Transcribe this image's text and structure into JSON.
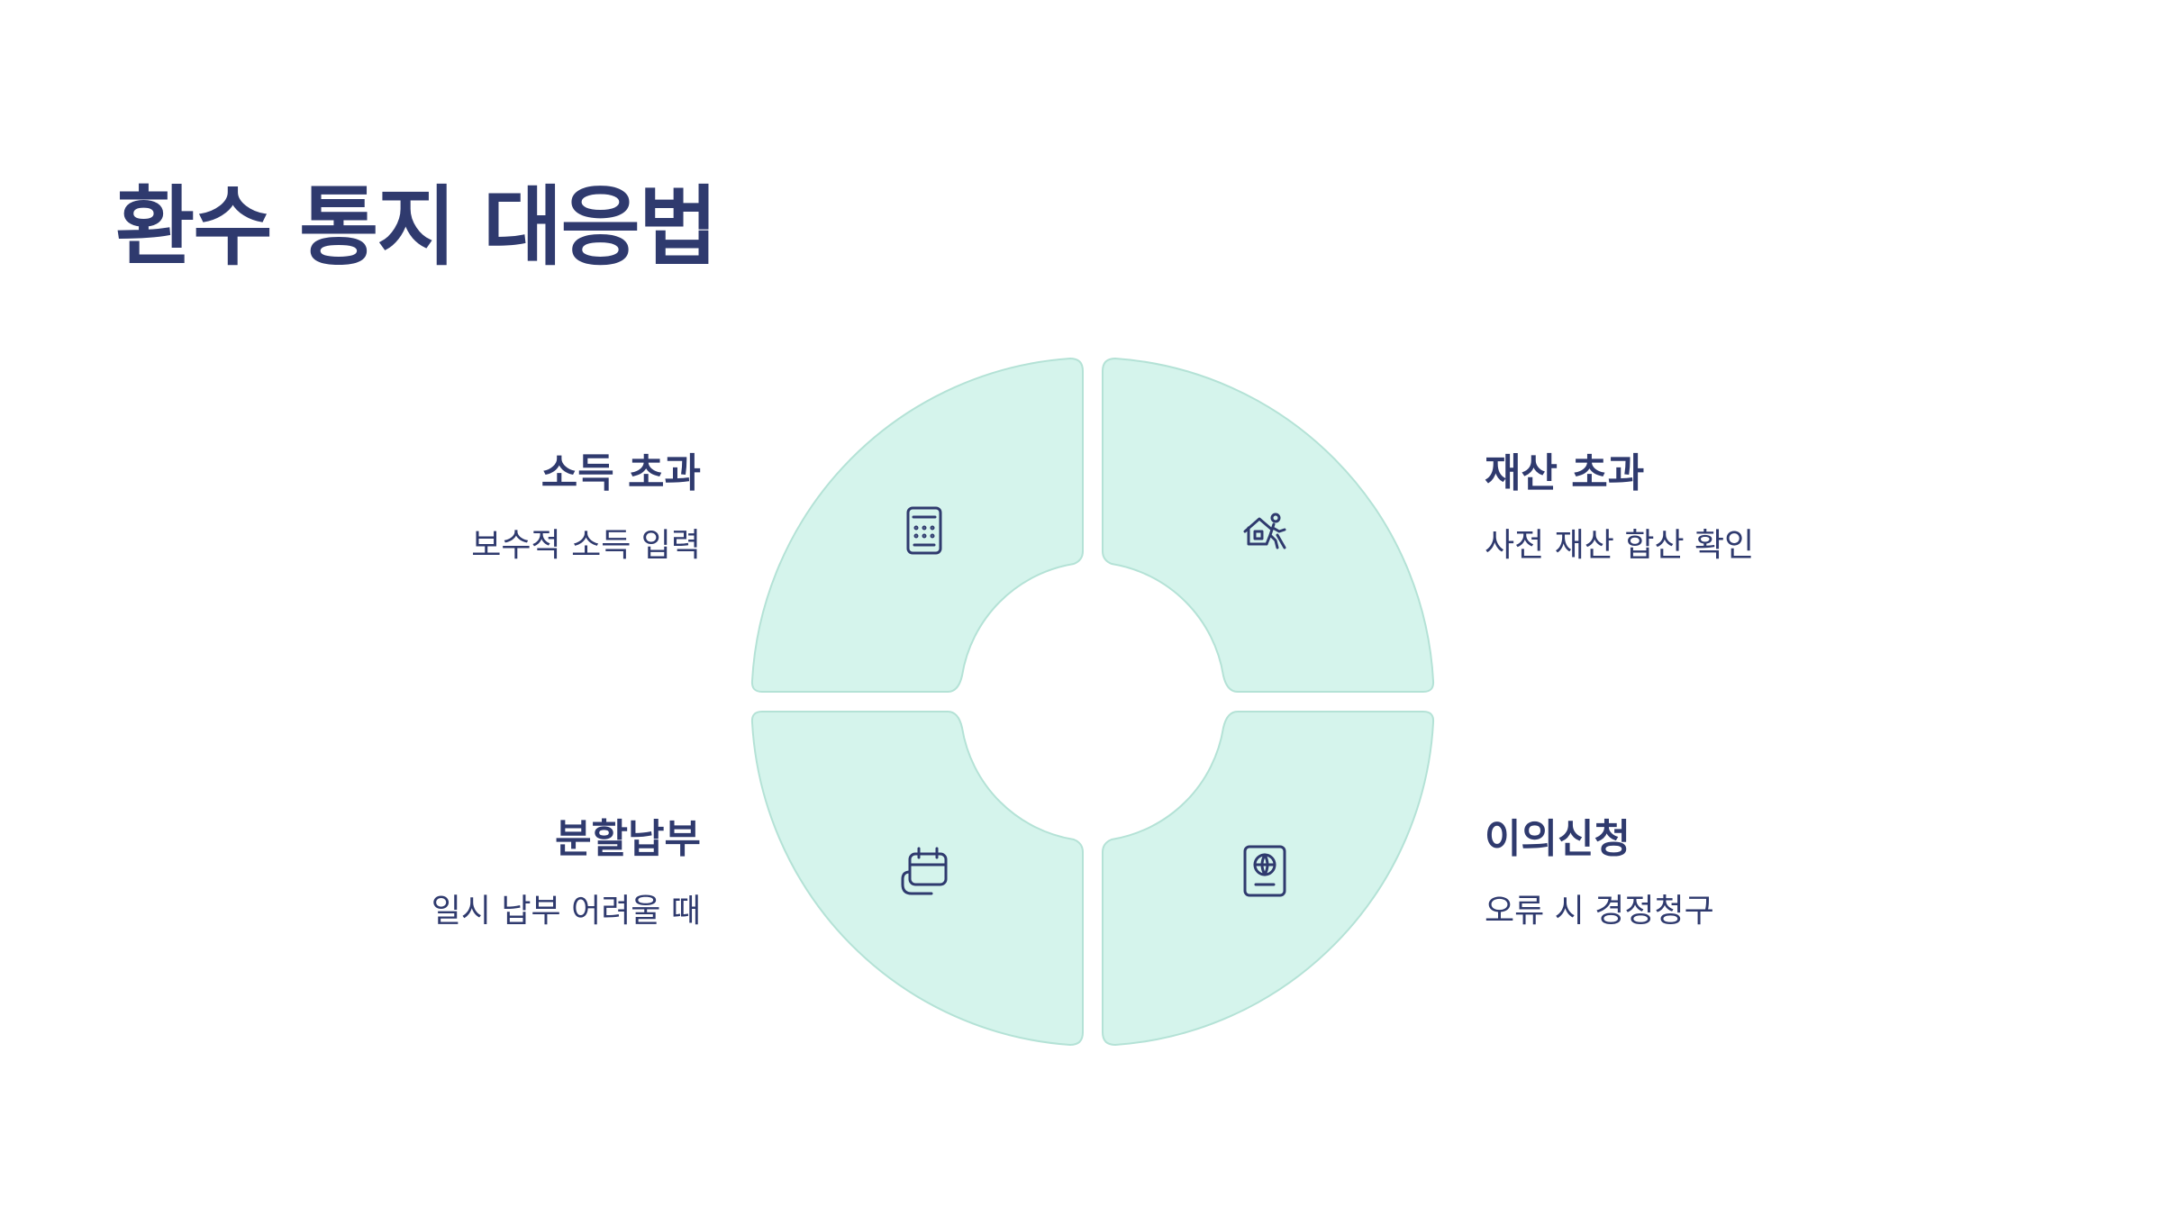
{
  "title": "환수 통지 대응법",
  "quadrants": [
    {
      "id": "top-left",
      "label": "소득 초과",
      "description": "보수적 소득 입력",
      "icon": "calculator-icon"
    },
    {
      "id": "top-right",
      "label": "재산 초과",
      "description": "사전 재산 합산 확인",
      "icon": "house-person-icon"
    },
    {
      "id": "bottom-left",
      "label": "분할납부",
      "description": "일시 납부 어려울 때",
      "icon": "calendar-icon"
    },
    {
      "id": "bottom-right",
      "label": "이의신청",
      "description": "오류 시 경정청구",
      "icon": "passport-icon"
    }
  ],
  "colors": {
    "segment_fill": "#d5f4ec",
    "segment_stroke": "#b4e2d6",
    "text": "#2f3a6e"
  }
}
